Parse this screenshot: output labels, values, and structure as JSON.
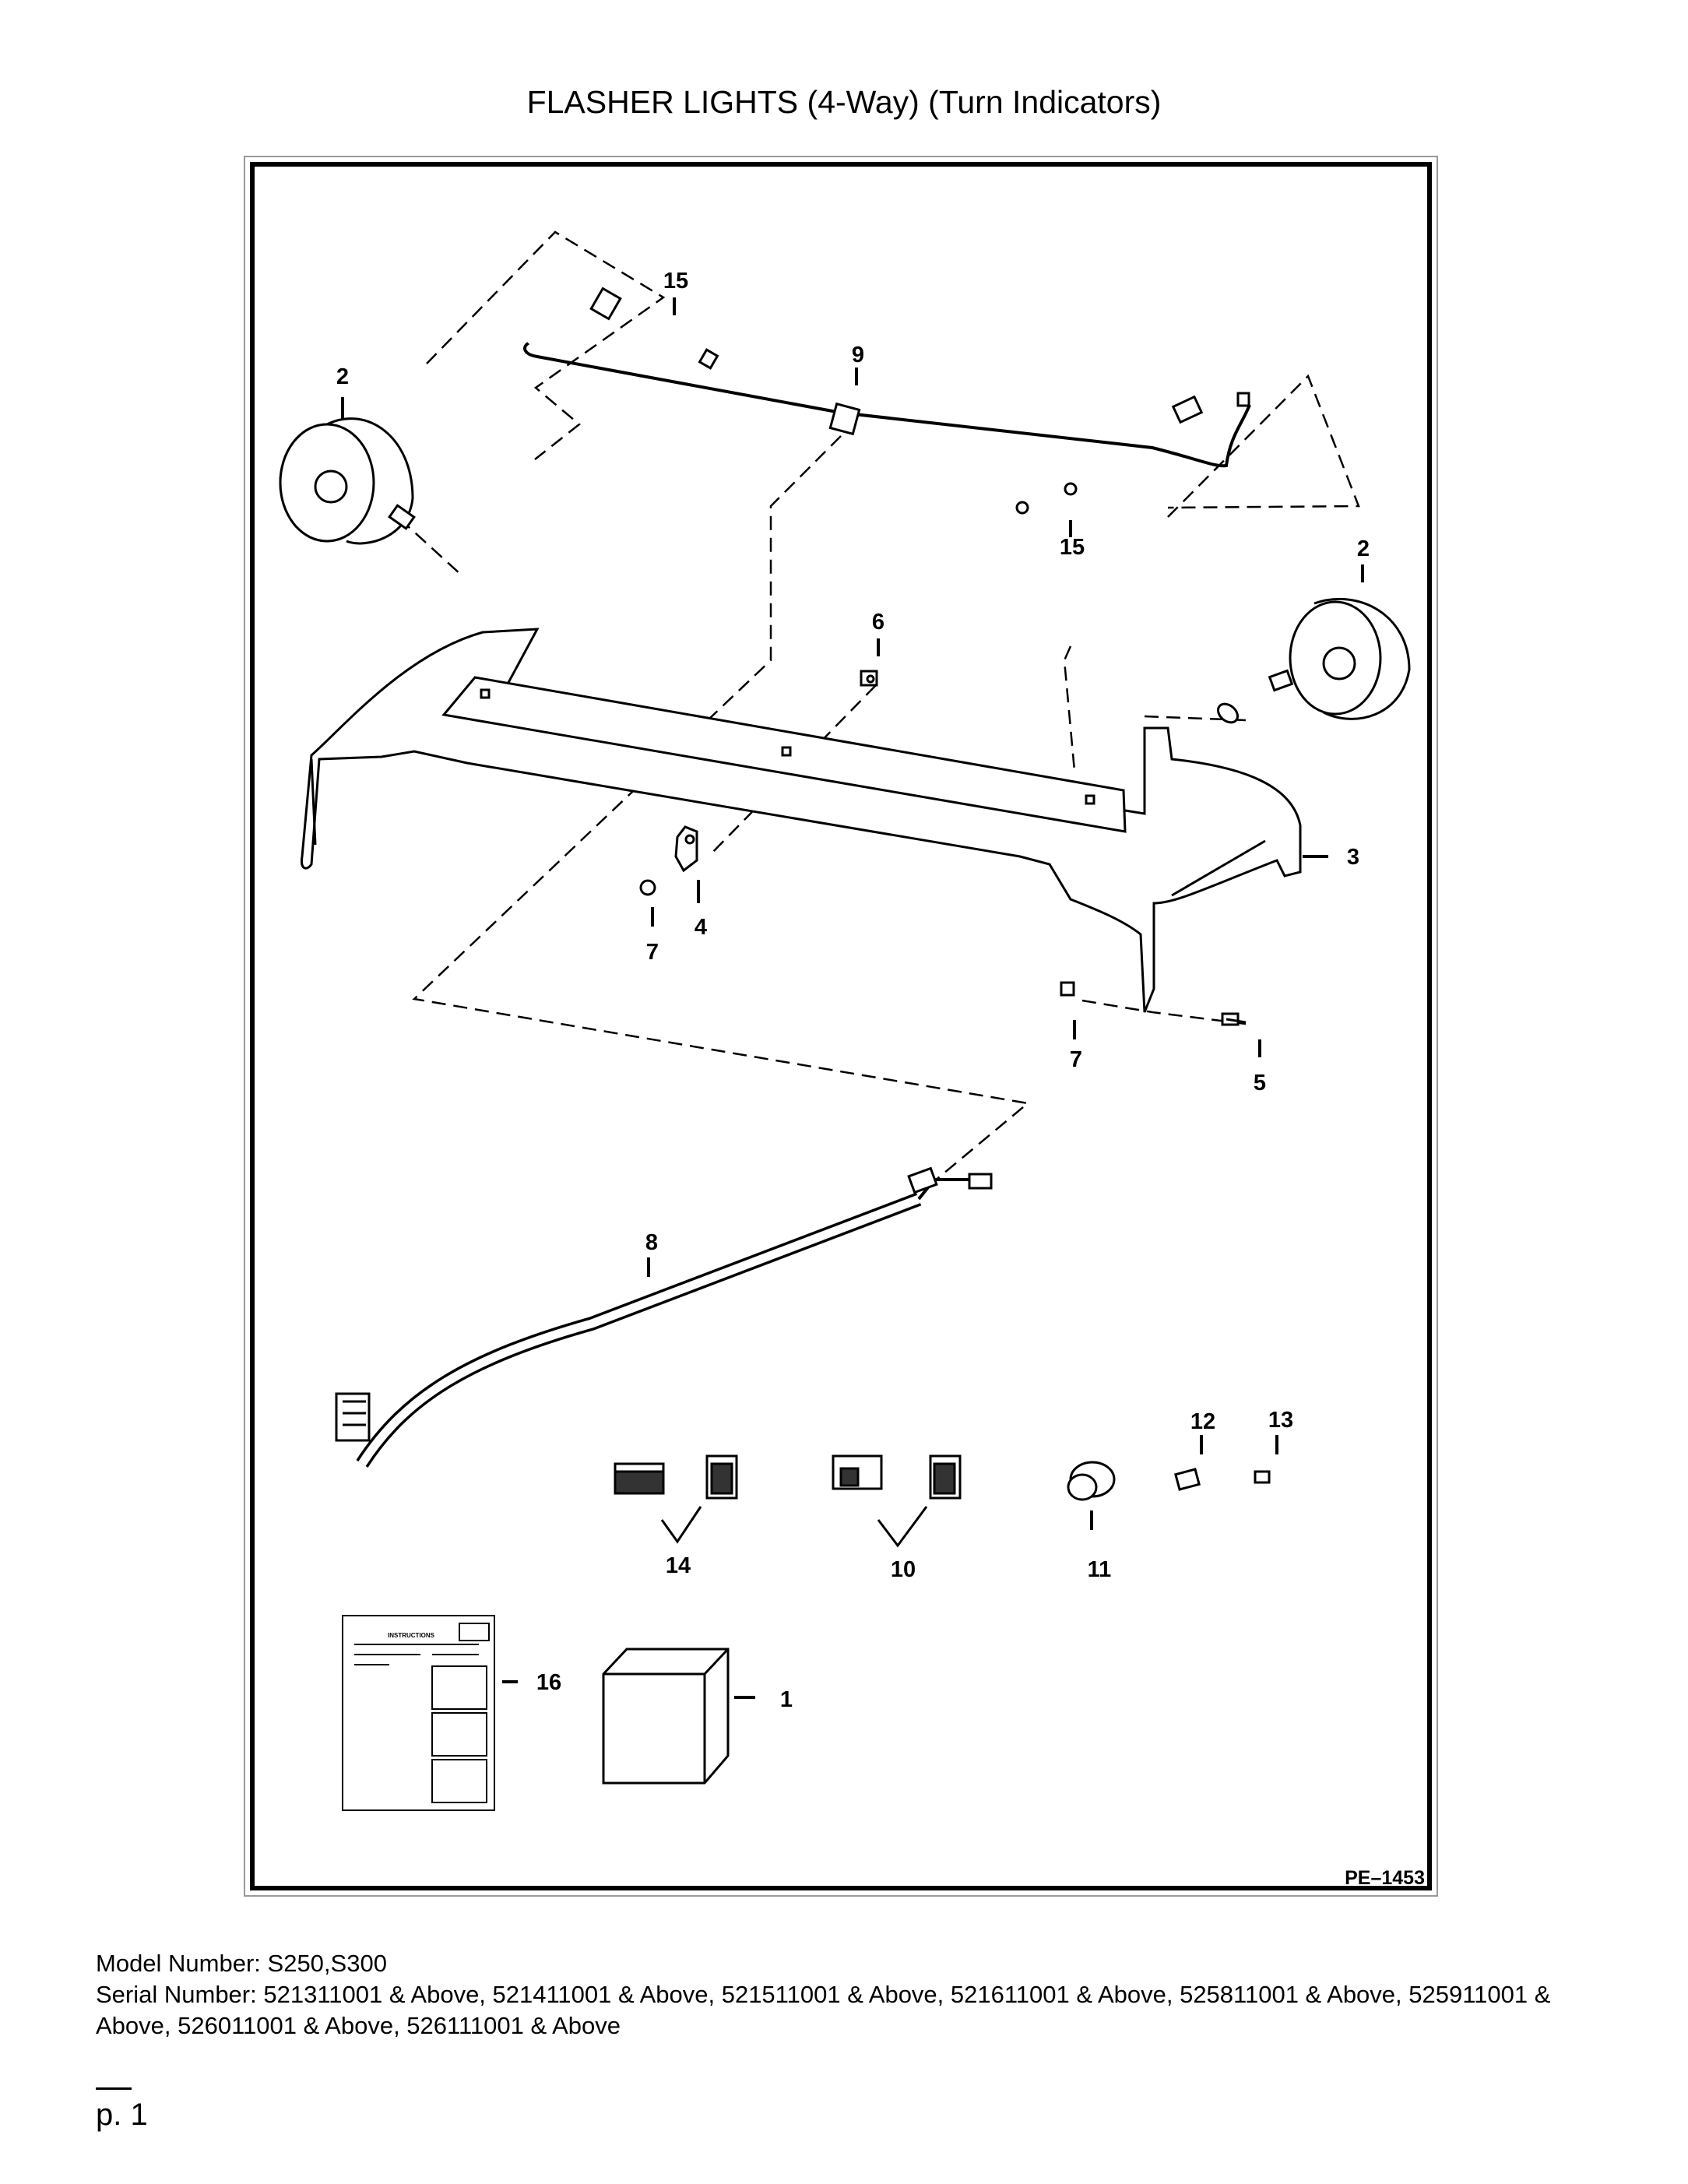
{
  "page": {
    "title": "FLASHER LIGHTS (4-Way) (Turn Indicators)",
    "drawing_code": "PE–1453",
    "page_number": "p. 1"
  },
  "callouts": {
    "c1": "1",
    "c2a": "2",
    "c2b": "2",
    "c3": "3",
    "c4": "4",
    "c5": "5",
    "c6": "6",
    "c7a": "7",
    "c7b": "7",
    "c8": "8",
    "c9": "9",
    "c10": "10",
    "c11": "11",
    "c12": "12",
    "c13": "13",
    "c14": "14",
    "c15a": "15",
    "c15b": "15",
    "c16": "16"
  },
  "instruction_sheet": {
    "heading": "INSTRUCTIONS"
  },
  "footer": {
    "model_number": "Model Number: S250,S300",
    "serial_number": "Serial Number: 521311001 & Above, 521411001 & Above, 521511001 & Above, 521611001 & Above, 525811001 & Above, 525911001 & Above, 526011001 & Above, 526111001 & Above"
  }
}
